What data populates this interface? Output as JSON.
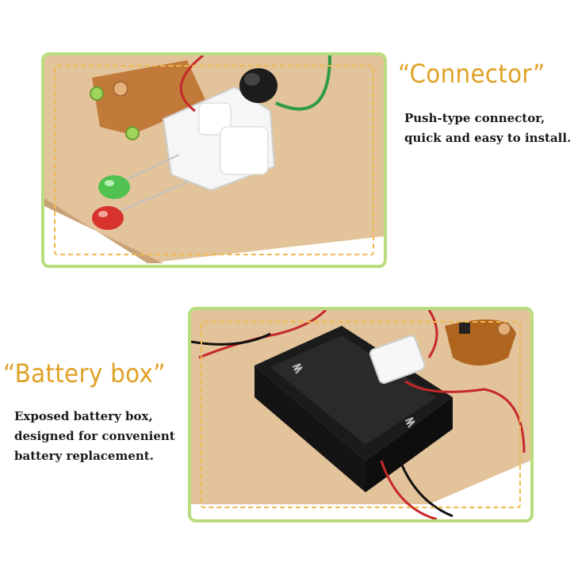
{
  "colors": {
    "heading": "#e0a126",
    "frame_border": "#b9dd7e",
    "dashed_border": "#f0b94a",
    "body_text": "#1a1a1a"
  },
  "connector_section": {
    "heading": "“Connector”",
    "description_lines": [
      "Push-type connector,",
      "quick and easy to install."
    ],
    "photo": "connector-photo"
  },
  "battery_section": {
    "heading": "“Battery box”",
    "description_lines": [
      "Exposed battery box,",
      "designed for convenient",
      "battery replacement."
    ],
    "photo": "battery-box-photo"
  }
}
